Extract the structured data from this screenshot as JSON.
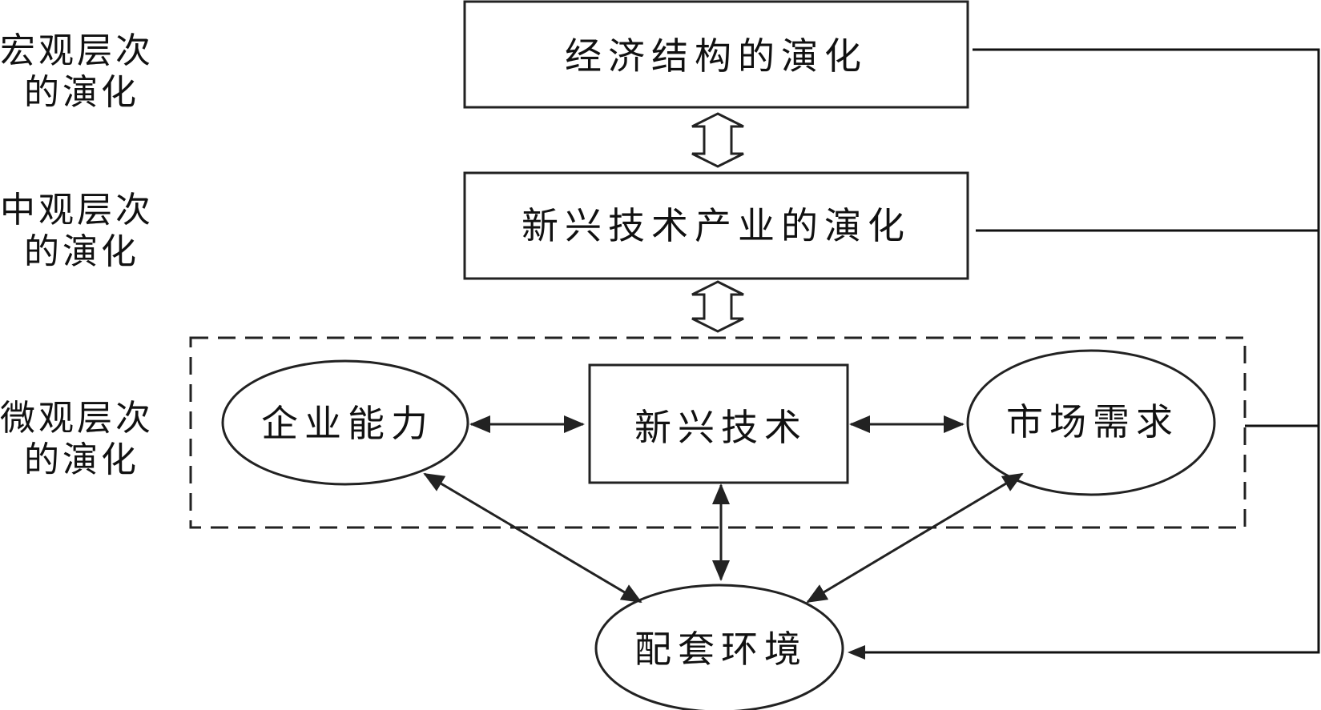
{
  "levels": {
    "macro": {
      "line1": "宏观层次",
      "line2": "的演化"
    },
    "meso": {
      "line1": "中观层次",
      "line2": "的演化"
    },
    "micro": {
      "line1": "微观层次",
      "line2": "的演化"
    }
  },
  "nodes": {
    "economic_structure": "经济结构的演化",
    "emerging_industry": "新兴技术产业的演化",
    "enterprise_capability": "企业能力",
    "emerging_technology": "新兴技术",
    "market_demand": "市场需求",
    "supporting_environment": "配套环境"
  },
  "edges": [
    {
      "from": "economic_structure",
      "to": "emerging_industry",
      "type": "bidirectional-hollow"
    },
    {
      "from": "emerging_industry",
      "to": "micro_group",
      "type": "bidirectional-hollow"
    },
    {
      "from": "enterprise_capability",
      "to": "emerging_technology",
      "type": "bidirectional"
    },
    {
      "from": "emerging_technology",
      "to": "market_demand",
      "type": "bidirectional"
    },
    {
      "from": "enterprise_capability",
      "to": "supporting_environment",
      "type": "bidirectional"
    },
    {
      "from": "emerging_technology",
      "to": "supporting_environment",
      "type": "bidirectional"
    },
    {
      "from": "market_demand",
      "to": "supporting_environment",
      "type": "bidirectional"
    },
    {
      "from": "economic_structure",
      "to": "supporting_environment",
      "type": "feedback"
    },
    {
      "from": "emerging_industry",
      "to": "supporting_environment",
      "type": "feedback"
    },
    {
      "from": "micro_group",
      "to": "supporting_environment",
      "type": "feedback"
    }
  ]
}
